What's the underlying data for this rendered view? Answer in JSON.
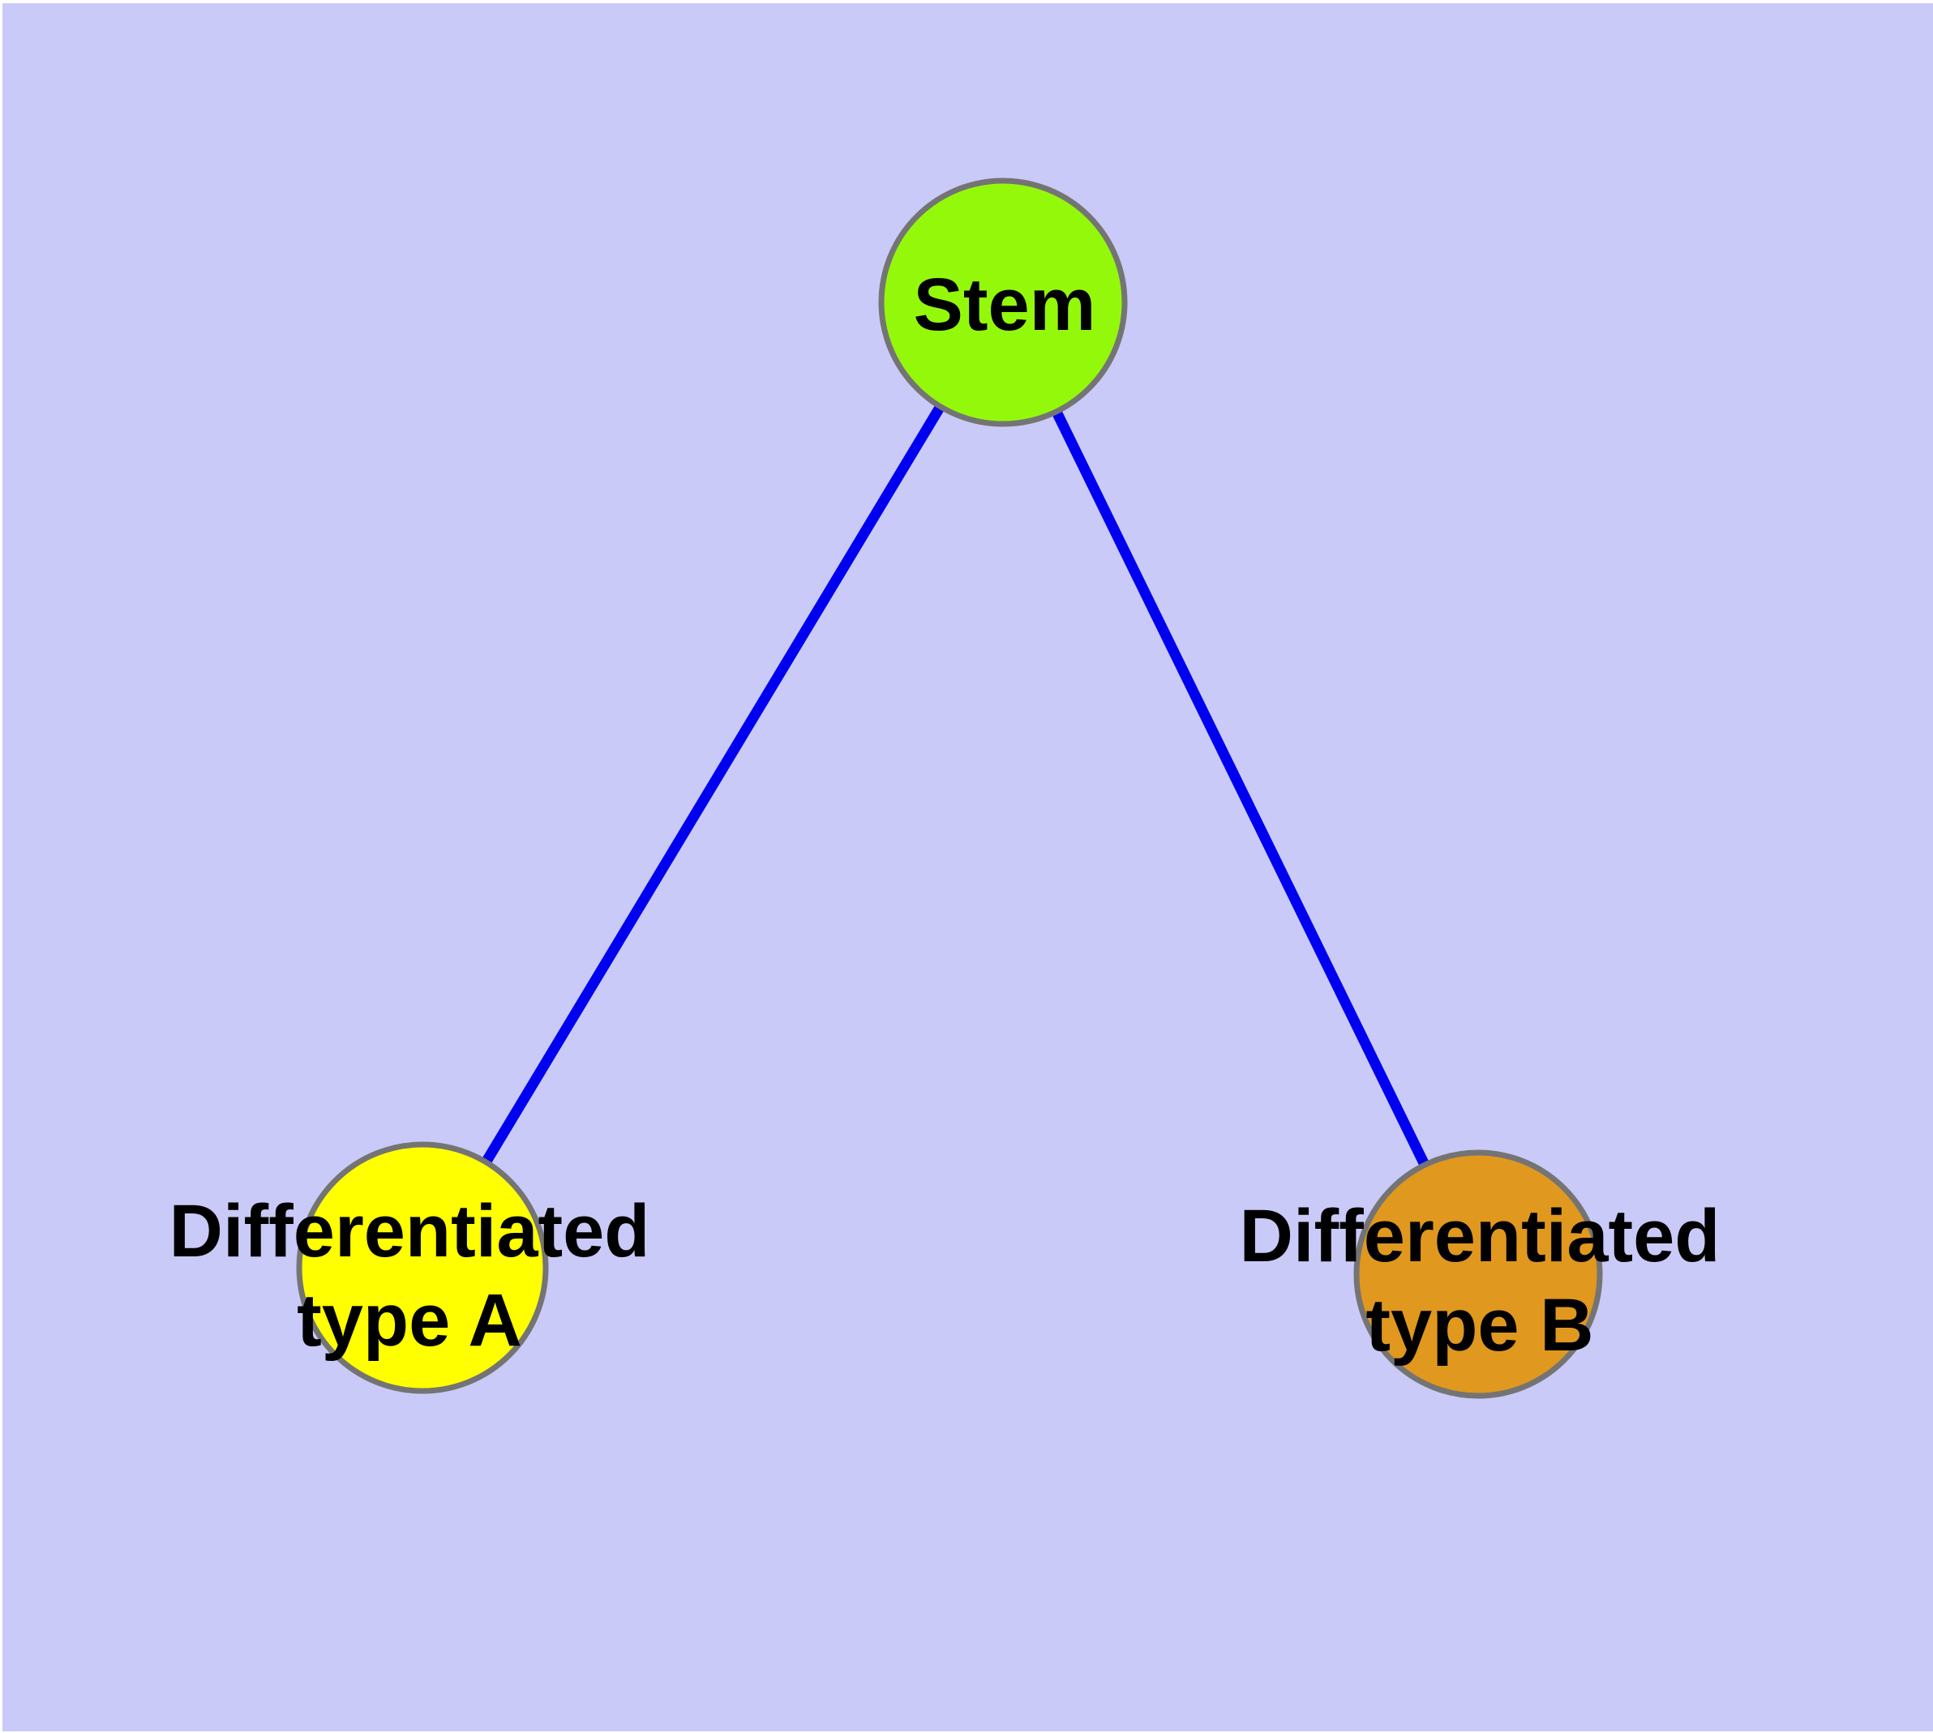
{
  "diagram": {
    "type": "node-link-graph",
    "title": "",
    "colors": {
      "page_border": "#FFFFFF",
      "canvas_background": "#CACAF8",
      "edge": "#0000F0",
      "node_border": "#747474",
      "label_text": "#000000"
    },
    "nodes": {
      "stem": {
        "label": "Stem",
        "fill": "#94F80B"
      },
      "type_a": {
        "label": "Differentiated type A",
        "line1": "Differentiated",
        "line2": "type A",
        "fill": "#FFFF00"
      },
      "type_b": {
        "label": "Differentiated type B",
        "line1": "Differentiated",
        "line2": "type B",
        "fill": "#E0981E"
      }
    },
    "edges": [
      {
        "from": "Stem",
        "to": "Differentiated type A"
      },
      {
        "from": "Stem",
        "to": "Differentiated type B"
      }
    ]
  }
}
